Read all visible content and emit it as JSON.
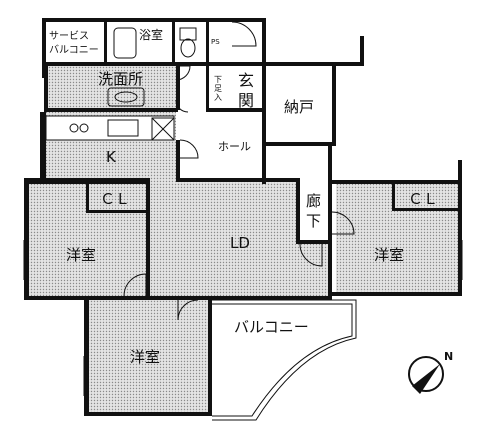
{
  "rooms": {
    "service_balcony": "サービス\nバルコニー",
    "bath": "浴室",
    "ps": "PS",
    "washroom": "洗面所",
    "shoe_storage": "下足入",
    "entrance": "玄\n関",
    "storage": "納戸",
    "kitchen": "K",
    "hall": "ホール",
    "corridor": "廊\n下",
    "closet_left": "ＣＬ",
    "closet_right": "ＣＬ",
    "western_left": "洋室",
    "ld": "LD",
    "western_right": "洋室",
    "balcony": "バルコニー",
    "western_bottom": "洋室"
  },
  "compass": {
    "direction": "N"
  },
  "colors": {
    "wall": "#111111",
    "floor_dots": "#8a8a8a",
    "white": "#ffffff"
  }
}
